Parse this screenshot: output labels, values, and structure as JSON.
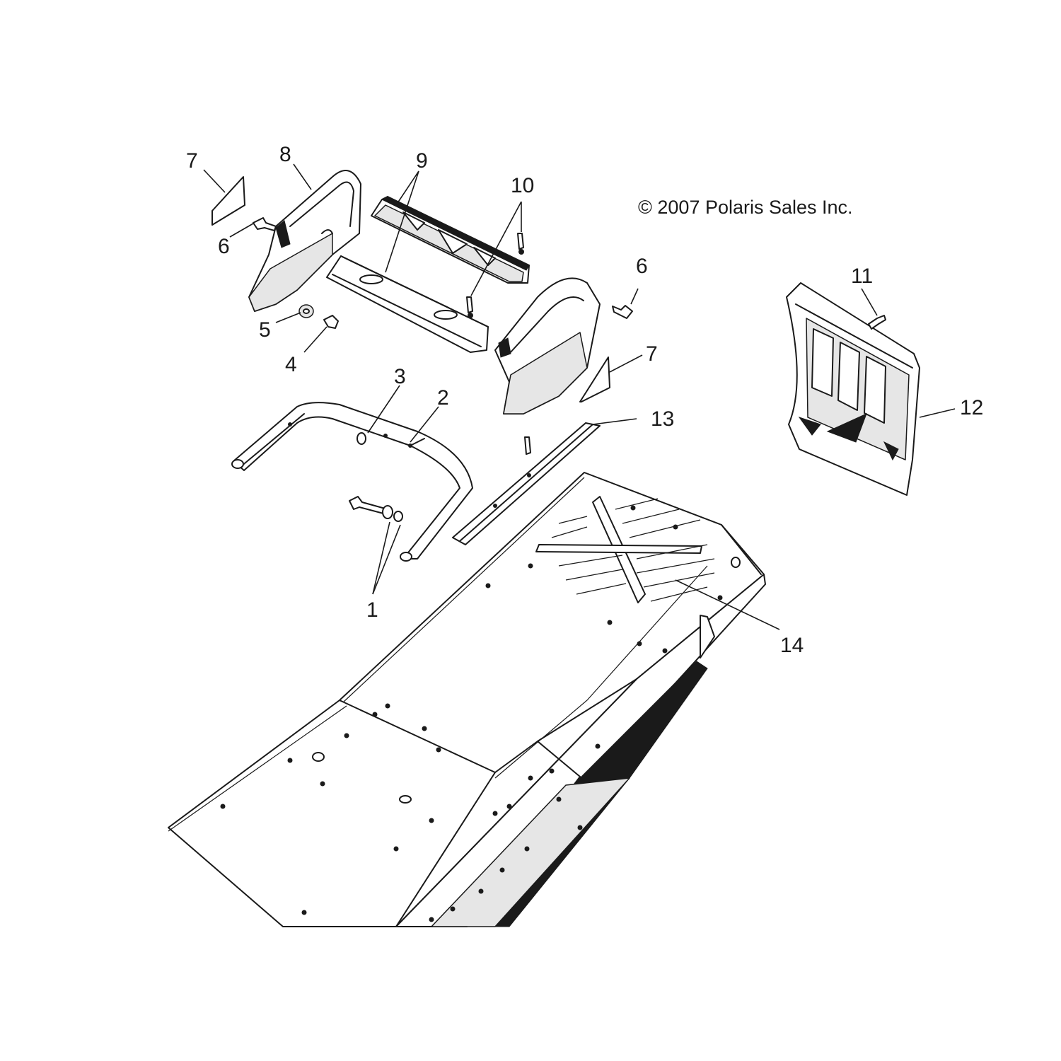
{
  "copyright": "© 2007 Polaris Sales Inc.",
  "callouts": [
    {
      "id": "c1",
      "label": "1"
    },
    {
      "id": "c2",
      "label": "2"
    },
    {
      "id": "c3",
      "label": "3"
    },
    {
      "id": "c4",
      "label": "4"
    },
    {
      "id": "c5",
      "label": "5"
    },
    {
      "id": "c6a",
      "label": "6"
    },
    {
      "id": "c6b",
      "label": "6"
    },
    {
      "id": "c7a",
      "label": "7"
    },
    {
      "id": "c7b",
      "label": "7"
    },
    {
      "id": "c8",
      "label": "8"
    },
    {
      "id": "c9",
      "label": "9"
    },
    {
      "id": "c10",
      "label": "10"
    },
    {
      "id": "c11",
      "label": "11"
    },
    {
      "id": "c12",
      "label": "12"
    },
    {
      "id": "c13",
      "label": "13"
    },
    {
      "id": "c14",
      "label": "14"
    }
  ]
}
